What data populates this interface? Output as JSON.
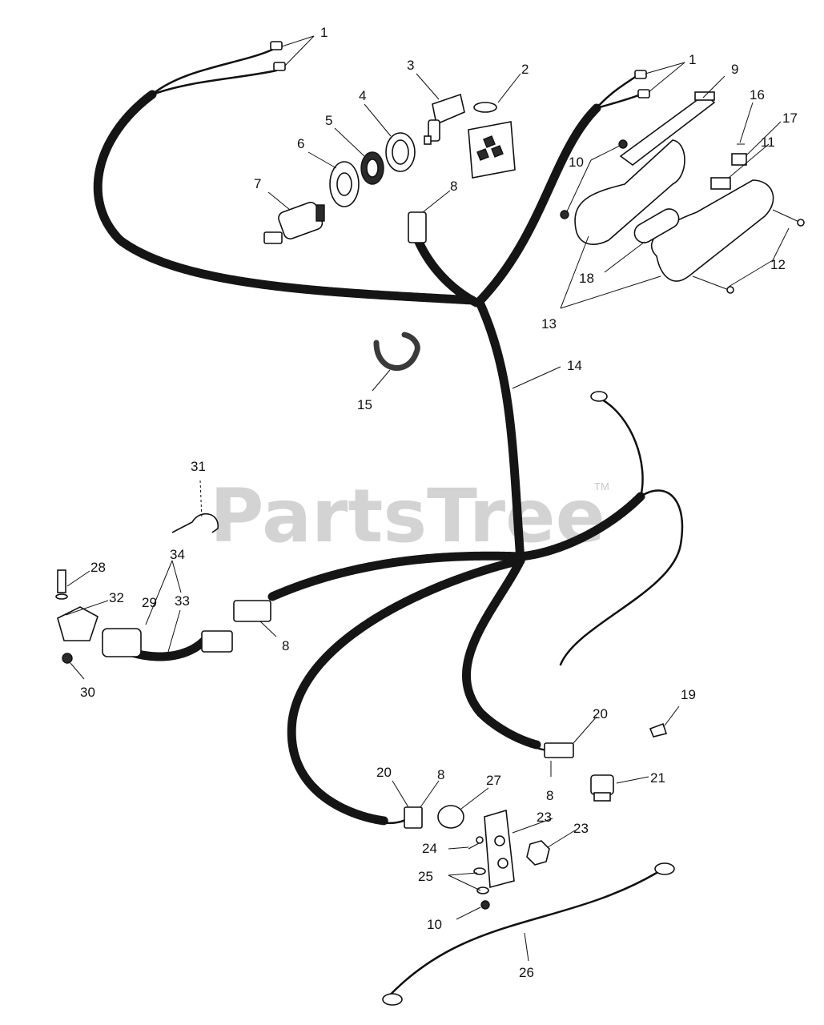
{
  "watermark": {
    "text": "PartsTree",
    "trademark": "TM"
  },
  "callouts": [
    {
      "id": "c1a",
      "label": "1"
    },
    {
      "id": "c1b",
      "label": "1"
    },
    {
      "id": "c2",
      "label": "2"
    },
    {
      "id": "c3",
      "label": "3"
    },
    {
      "id": "c4",
      "label": "4"
    },
    {
      "id": "c5",
      "label": "5"
    },
    {
      "id": "c6",
      "label": "6"
    },
    {
      "id": "c7",
      "label": "7"
    },
    {
      "id": "c8a",
      "label": "8"
    },
    {
      "id": "c8b",
      "label": "8"
    },
    {
      "id": "c8c",
      "label": "8"
    },
    {
      "id": "c8d",
      "label": "8"
    },
    {
      "id": "c9",
      "label": "9"
    },
    {
      "id": "c10a",
      "label": "10"
    },
    {
      "id": "c10b",
      "label": "10"
    },
    {
      "id": "c11",
      "label": "11"
    },
    {
      "id": "c12",
      "label": "12"
    },
    {
      "id": "c13",
      "label": "13"
    },
    {
      "id": "c14",
      "label": "14"
    },
    {
      "id": "c15",
      "label": "15"
    },
    {
      "id": "c16",
      "label": "16"
    },
    {
      "id": "c17",
      "label": "17"
    },
    {
      "id": "c18",
      "label": "18"
    },
    {
      "id": "c19",
      "label": "19"
    },
    {
      "id": "c20a",
      "label": "20"
    },
    {
      "id": "c20b",
      "label": "20"
    },
    {
      "id": "c21",
      "label": "21"
    },
    {
      "id": "c23a",
      "label": "23"
    },
    {
      "id": "c23b",
      "label": "23"
    },
    {
      "id": "c24",
      "label": "24"
    },
    {
      "id": "c25",
      "label": "25"
    },
    {
      "id": "c26",
      "label": "26"
    },
    {
      "id": "c27",
      "label": "27"
    },
    {
      "id": "c28",
      "label": "28"
    },
    {
      "id": "c29",
      "label": "29"
    },
    {
      "id": "c30",
      "label": "30"
    },
    {
      "id": "c31",
      "label": "31"
    },
    {
      "id": "c32",
      "label": "32"
    },
    {
      "id": "c33",
      "label": "33"
    },
    {
      "id": "c34",
      "label": "34"
    }
  ]
}
